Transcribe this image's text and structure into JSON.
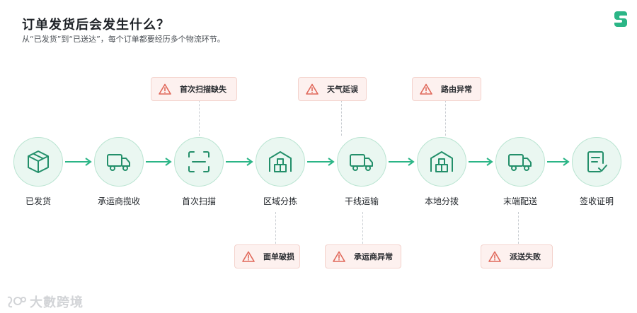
{
  "header": {
    "title": "订单发货后会发生什么？",
    "subtitle": "从“已发货”到“已送达”，每个订单都要经历多个物流环节。"
  },
  "stages": [
    {
      "label": "已发货",
      "icon": "box-icon"
    },
    {
      "label": "承运商揽收",
      "icon": "truck-icon"
    },
    {
      "label": "首次扫描",
      "icon": "scan-icon"
    },
    {
      "label": "区域分拣",
      "icon": "warehouse-icon"
    },
    {
      "label": "干线运输",
      "icon": "truck-icon"
    },
    {
      "label": "本地分拨",
      "icon": "warehouse-icon"
    },
    {
      "label": "末端配送",
      "icon": "truck-icon"
    },
    {
      "label": "签收证明",
      "icon": "document-check-icon"
    }
  ],
  "issues_top": [
    {
      "label": "首次扫描缺失",
      "icon": "warning-icon"
    },
    {
      "label": "天气延误",
      "icon": "warning-icon"
    },
    {
      "label": "路由异常",
      "icon": "warning-icon"
    }
  ],
  "issues_bottom": [
    {
      "label": "面单破损",
      "icon": "warning-icon"
    },
    {
      "label": "承运商异常",
      "icon": "warning-icon"
    },
    {
      "label": "派送失败",
      "icon": "warning-icon"
    }
  ],
  "watermark": {
    "text": "大數跨境"
  },
  "colors": {
    "accent": "#2bb586",
    "circle_bg": "#eaf7f1",
    "warning": "#e0685a",
    "issue_bg": "#fdf1ef"
  }
}
